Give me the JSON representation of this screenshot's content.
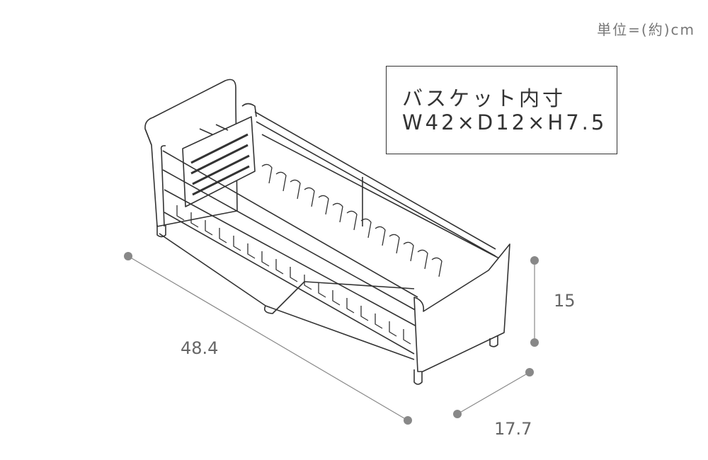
{
  "unit_label": "単位=(約)cm",
  "basket_spec": {
    "title": "バスケット内寸",
    "dimensions": "W42×D12×H7.5"
  },
  "dimensions": {
    "width": "48.4",
    "height": "15",
    "depth": "17.7"
  },
  "colors": {
    "line": "#333333",
    "dimension": "#888888",
    "text": "#666666"
  }
}
